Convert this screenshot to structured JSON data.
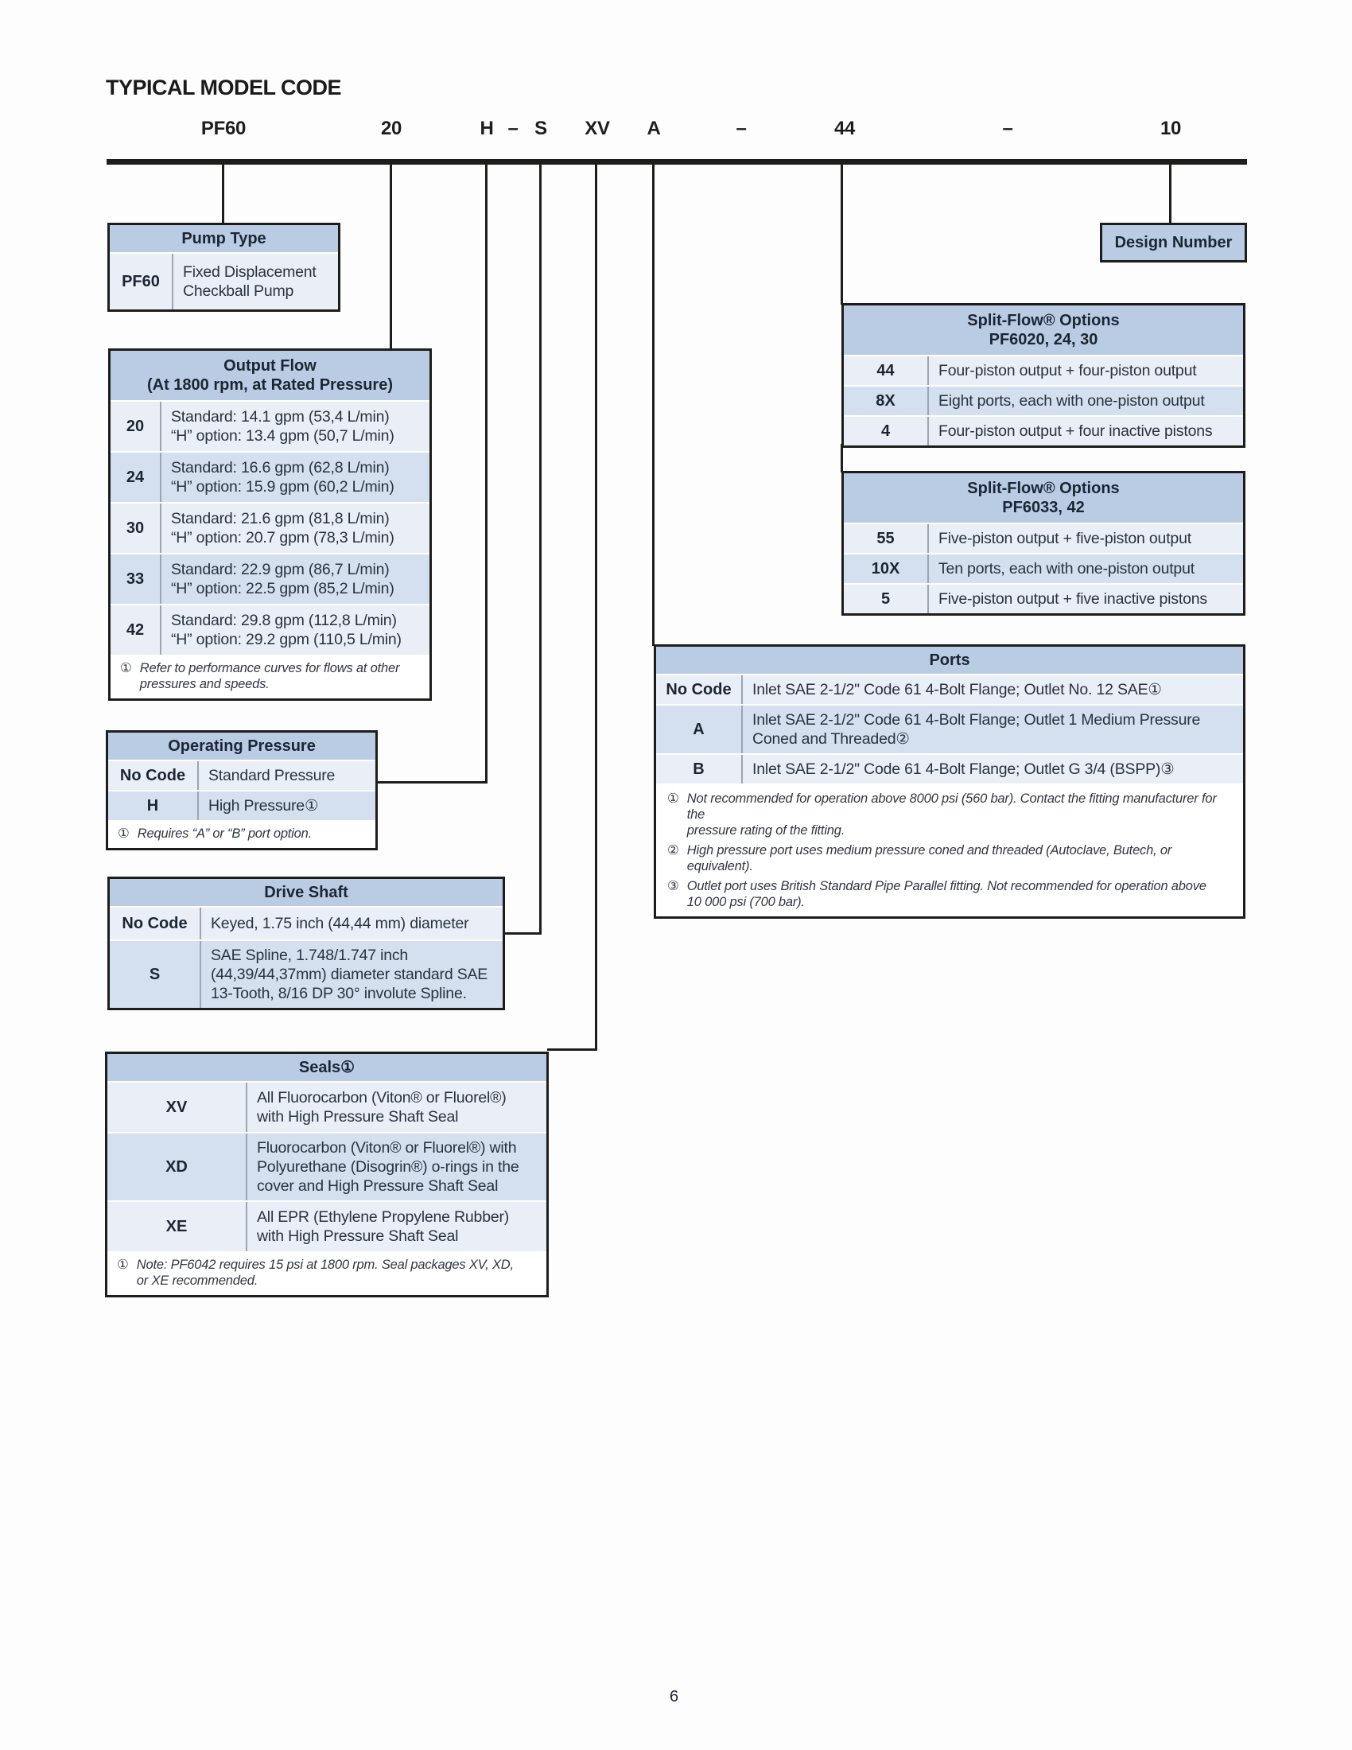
{
  "page": {
    "title": "TYPICAL MODEL CODE",
    "number": "6"
  },
  "model_code": {
    "segments": [
      "PF60",
      "20",
      "H",
      "–",
      "S",
      "XV",
      "A",
      "–",
      "44",
      "–",
      "10"
    ]
  },
  "tables": {
    "pump_type": {
      "title": "Pump Type",
      "rows": [
        {
          "code": "PF60",
          "desc": "Fixed Displacement\nCheckball Pump"
        }
      ]
    },
    "output_flow": {
      "title_line1": "Output Flow",
      "title_line2": "(At 1800 rpm, at Rated Pressure)",
      "rows": [
        {
          "code": "20",
          "desc": "Standard: 14.1 gpm (53,4 L/min)\n“H” option: 13.4 gpm (50,7 L/min)"
        },
        {
          "code": "24",
          "desc": "Standard: 16.6 gpm (62,8 L/min)\n“H” option: 15.9 gpm (60,2 L/min)"
        },
        {
          "code": "30",
          "desc": "Standard: 21.6 gpm (81,8 L/min)\n“H” option: 20.7 gpm (78,3 L/min)"
        },
        {
          "code": "33",
          "desc": "Standard: 22.9 gpm (86,7 L/min)\n“H” option: 22.5 gpm (85,2 L/min)"
        },
        {
          "code": "42",
          "desc": "Standard: 29.8 gpm (112,8 L/min)\n“H” option: 29.2 gpm (110,5 L/min)"
        }
      ],
      "footnote": {
        "marker": "①",
        "text": "Refer to performance curves for flows at other\npressures and speeds."
      }
    },
    "operating_pressure": {
      "title": "Operating Pressure",
      "rows": [
        {
          "code": "No Code",
          "desc": "Standard Pressure"
        },
        {
          "code": "H",
          "desc": "High Pressure①"
        }
      ],
      "footnote": {
        "marker": "①",
        "text": "Requires “A” or “B” port option."
      }
    },
    "drive_shaft": {
      "title": "Drive Shaft",
      "rows": [
        {
          "code": "No Code",
          "desc": "Keyed, 1.75 inch (44,44 mm) diameter"
        },
        {
          "code": "S",
          "desc": "SAE Spline, 1.748/1.747 inch\n(44,39/44,37mm) diameter standard SAE\n13-Tooth, 8/16 DP 30° involute Spline."
        }
      ]
    },
    "seals": {
      "title": "Seals①",
      "rows": [
        {
          "code": "XV",
          "desc": "All Fluorocarbon (Viton® or Fluorel®)\nwith High Pressure Shaft Seal"
        },
        {
          "code": "XD",
          "desc": "Fluorocarbon (Viton® or Fluorel®) with\nPolyurethane (Disogrin®) o-rings in the\ncover and High Pressure Shaft Seal"
        },
        {
          "code": "XE",
          "desc": "All EPR (Ethylene Propylene Rubber)\nwith High Pressure Shaft Seal"
        }
      ],
      "footnote": {
        "marker": "①",
        "text": "Note: PF6042 requires 15 psi at 1800 rpm. Seal packages XV, XD,\nor XE recommended."
      }
    },
    "design_number": {
      "label": "Design Number"
    },
    "split_flow_1": {
      "title_line1": "Split-Flow® Options",
      "title_line2": "PF6020, 24, 30",
      "rows": [
        {
          "code": "44",
          "desc": "Four-piston output + four-piston output"
        },
        {
          "code": "8X",
          "desc": "Eight ports, each with one-piston output"
        },
        {
          "code": "4",
          "desc": "Four-piston output + four inactive pistons"
        }
      ]
    },
    "split_flow_2": {
      "title_line1": "Split-Flow® Options",
      "title_line2": "PF6033, 42",
      "rows": [
        {
          "code": "55",
          "desc": "Five-piston output + five-piston output"
        },
        {
          "code": "10X",
          "desc": "Ten ports, each with one-piston output"
        },
        {
          "code": "5",
          "desc": "Five-piston output + five inactive pistons"
        }
      ]
    },
    "ports": {
      "title": "Ports",
      "rows": [
        {
          "code": "No Code",
          "desc": "Inlet SAE 2-1/2\" Code 61 4-Bolt Flange; Outlet No. 12 SAE①"
        },
        {
          "code": "A",
          "desc": "Inlet SAE 2-1/2\" Code 61 4-Bolt Flange; Outlet 1 Medium Pressure\nConed and Threaded②"
        },
        {
          "code": "B",
          "desc": "Inlet SAE 2-1/2\" Code 61 4-Bolt Flange; Outlet G 3/4 (BSPP)③"
        }
      ],
      "footnotes": [
        {
          "marker": "①",
          "text": "Not recommended for operation above 8000 psi (560 bar). Contact the fitting manufacturer for the\npressure rating of the fitting."
        },
        {
          "marker": "②",
          "text": "High pressure port uses medium pressure coned and threaded (Autoclave, Butech, or\nequivalent)."
        },
        {
          "marker": "③",
          "text": "Outlet port uses British Standard Pipe Parallel fitting. Not recommended for operation above\n10 000 psi (700 bar)."
        }
      ]
    }
  }
}
